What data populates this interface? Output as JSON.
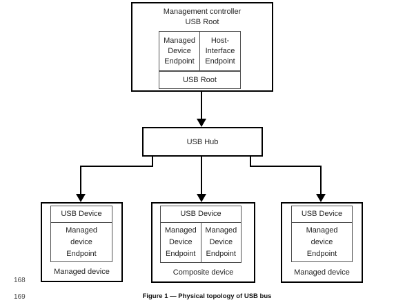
{
  "colors": {
    "line": "#000000",
    "inner_border": "#4d4d4d",
    "text": "#222222",
    "muted_text": "#4a4a4a",
    "background": "#ffffff"
  },
  "management_controller": {
    "title_line1": "Management controller",
    "title_line2": "USB Root",
    "managed_device_endpoint": [
      "Managed",
      "Device",
      "Endpoint"
    ],
    "host_interface_endpoint": [
      "Host-",
      "Interface",
      "Endpoint"
    ],
    "usb_root_label": "USB Root"
  },
  "hub": {
    "label": "USB Hub"
  },
  "devices": [
    {
      "usb_device_label": "USB Device",
      "endpoints": [
        {
          "lines": [
            "Managed",
            "device",
            "Endpoint"
          ]
        }
      ],
      "label": "Managed device"
    },
    {
      "usb_device_label": "USB Device",
      "endpoints": [
        {
          "lines": [
            "Managed",
            "Device",
            "Endpoint"
          ]
        },
        {
          "lines": [
            "Managed",
            "Device",
            "Endpoint"
          ]
        }
      ],
      "label": "Composite device"
    },
    {
      "usb_device_label": "USB Device",
      "endpoints": [
        {
          "lines": [
            "Managed",
            "device",
            "Endpoint"
          ]
        }
      ],
      "label": "Managed device"
    }
  ],
  "page": {
    "line_numbers": [
      "168",
      "169"
    ],
    "caption": "Figure 1 — Physical topology of USB bus"
  }
}
